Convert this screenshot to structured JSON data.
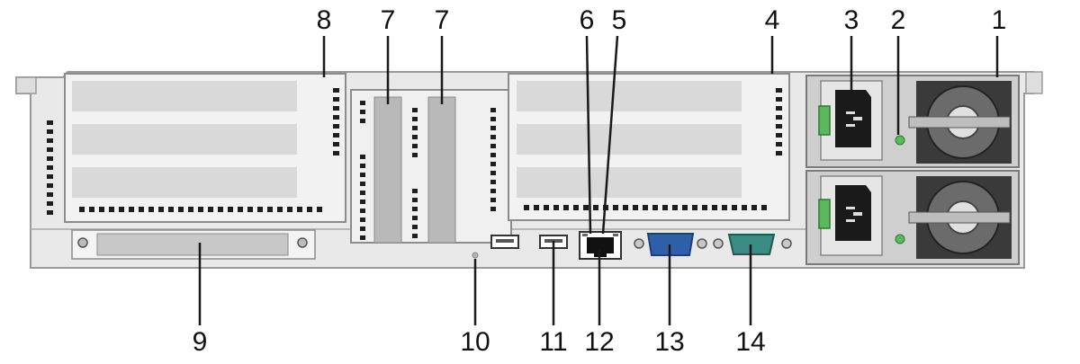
{
  "callouts": [
    {
      "label": "1",
      "component": "power-supply-fan"
    },
    {
      "label": "2",
      "component": "power-supply-indicator"
    },
    {
      "label": "3",
      "component": "power-socket"
    },
    {
      "label": "4",
      "component": "right-pcie-riser"
    },
    {
      "label": "5",
      "component": "management-port-indicator"
    },
    {
      "label": "6",
      "component": "management-port-indicator"
    },
    {
      "label": "7",
      "component": "middle-pcie-slot"
    },
    {
      "label": "7",
      "component": "middle-pcie-slot"
    },
    {
      "label": "8",
      "component": "left-pcie-riser"
    },
    {
      "label": "9",
      "component": "flexible-io-card-slot"
    },
    {
      "label": "10",
      "component": "uid-indicator"
    },
    {
      "label": "11",
      "component": "usb-port"
    },
    {
      "label": "12",
      "component": "management-network-port"
    },
    {
      "label": "13",
      "component": "vga-port"
    },
    {
      "label": "14",
      "component": "serial-port"
    }
  ],
  "colors": {
    "chassis": "#e9e9e9",
    "chassis_edge": "#9a9a9a",
    "slot_cover": "#dadada",
    "vent": "#1e1e1e",
    "pcie_bracket": "#b9b9b9",
    "vga_port": "#2f5fa8",
    "serial_port": "#3c8a84",
    "psu_body": "#cfcfcf",
    "psu_socket": "#1a1a1a",
    "psu_led": "#5cb85c",
    "fan": "#3a3a3a",
    "line": "#1a1a1a"
  }
}
